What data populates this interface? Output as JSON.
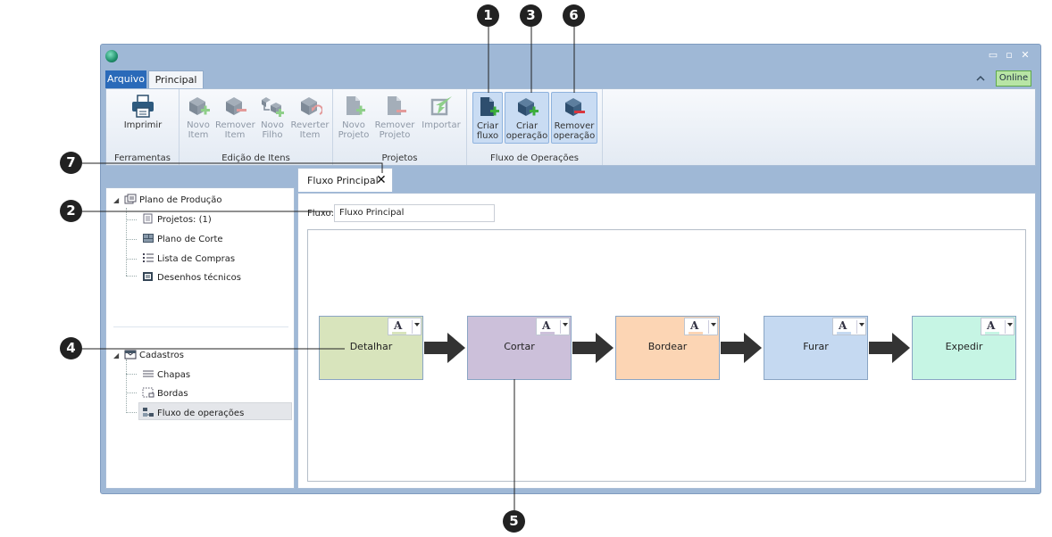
{
  "window": {
    "controls": {
      "minimize": "▭",
      "maximize": "▫",
      "close": "✕"
    }
  },
  "tabs": {
    "arquivo": "Arquivo",
    "principal": "Principal",
    "online": "Online"
  },
  "ribbon": {
    "groups": [
      {
        "label": "Ferramentas",
        "buttons": [
          {
            "line1": "Imprimir",
            "line2": "",
            "icon": "printer-icon"
          }
        ]
      },
      {
        "label": "Edição de Itens",
        "buttons": [
          {
            "line1": "Novo",
            "line2": "Item",
            "icon": "new-item-icon"
          },
          {
            "line1": "Remover",
            "line2": "Item",
            "icon": "remove-item-icon"
          },
          {
            "line1": "Novo",
            "line2": "Filho",
            "icon": "new-child-icon"
          },
          {
            "line1": "Reverter",
            "line2": "Item",
            "icon": "revert-item-icon"
          }
        ]
      },
      {
        "label": "Projetos",
        "buttons": [
          {
            "line1": "Novo",
            "line2": "Projeto",
            "icon": "new-project-icon"
          },
          {
            "line1": "Remover",
            "line2": "Projeto",
            "icon": "remove-project-icon"
          },
          {
            "line1": "Importar",
            "line2": "",
            "icon": "import-icon"
          }
        ]
      },
      {
        "label": "Fluxo de Operações",
        "buttons": [
          {
            "line1": "Criar",
            "line2": "fluxo",
            "icon": "create-flow-icon"
          },
          {
            "line1": "Criar",
            "line2": "operação",
            "icon": "create-operation-icon"
          },
          {
            "line1": "Remover",
            "line2": "operação",
            "icon": "remove-operation-icon"
          }
        ]
      }
    ]
  },
  "tree": {
    "plano": "Plano de Produção",
    "projetos": "Projetos: (1)",
    "plano_corte": "Plano de Corte",
    "lista_compras": "Lista de Compras",
    "desenhos": "Desenhos técnicos",
    "cadastros": "Cadastros",
    "chapas": "Chapas",
    "bordas": "Bordas",
    "fluxo_operacoes": "Fluxo de operações"
  },
  "document": {
    "tab_label": "Fluxo Principal",
    "close_glyph": "✕",
    "fluxo_label": "Fluxo:",
    "fluxo_value": "Fluxo Principal"
  },
  "flow": {
    "nodes": [
      {
        "label": "Detalhar",
        "color": "#d8e4bc"
      },
      {
        "label": "Cortar",
        "color": "#ccc0da"
      },
      {
        "label": "Bordear",
        "color": "#fcd5b4"
      },
      {
        "label": "Furar",
        "color": "#c5d9f1"
      },
      {
        "label": "Expedir",
        "color": "#c6f5e4"
      }
    ],
    "format_glyph": "A"
  },
  "callouts": [
    "1",
    "3",
    "6",
    "7",
    "2",
    "4",
    "5"
  ],
  "colors": {
    "accent": "#2a6ab9",
    "online": "#b8e5a5",
    "arrow": "#333333"
  }
}
